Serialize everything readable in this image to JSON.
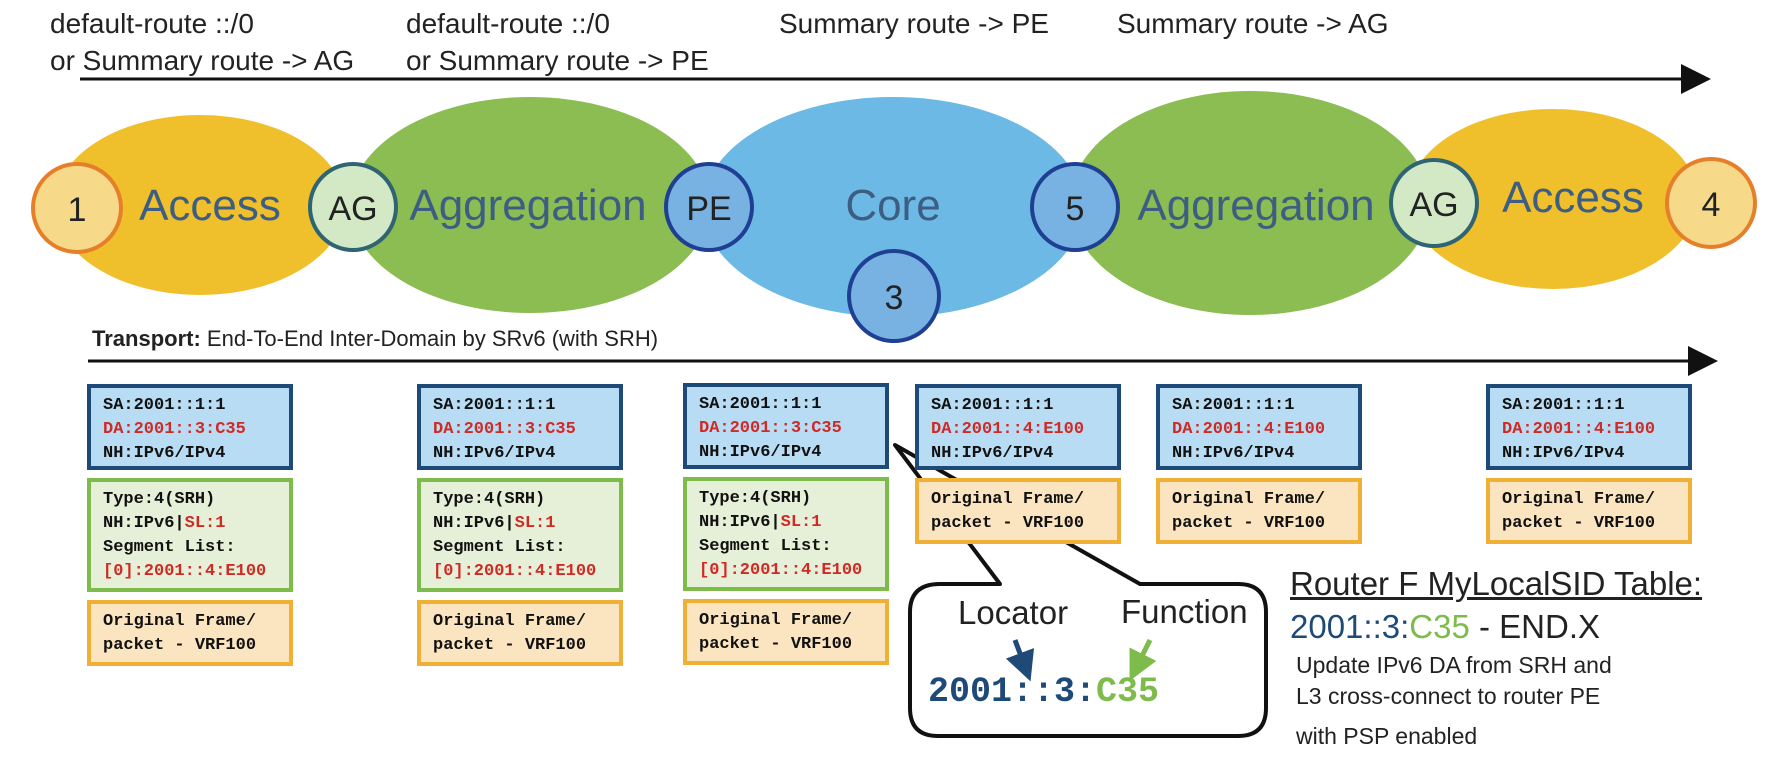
{
  "routes": [
    {
      "line1": "default-route ::/0",
      "line2": "or Summary route -> AG"
    },
    {
      "line1": "default-route ::/0",
      "line2": "or Summary route -> PE"
    },
    {
      "line1": "Summary route -> PE",
      "line2": ""
    },
    {
      "line1": "Summary route -> AG",
      "line2": ""
    }
  ],
  "domains": {
    "access_left": "Access",
    "aggregation_left": "Aggregation",
    "core": "Core",
    "aggregation_right": "Aggregation",
    "access_right": "Access"
  },
  "nodes": {
    "n1": "1",
    "ag_left": "AG",
    "pe": "PE",
    "n3": "3",
    "n5": "5",
    "ag_right": "AG",
    "n4": "4"
  },
  "transport": {
    "bold": "Transport:",
    "text": " End-To-End Inter-Domain by SRv6 (with SRH)"
  },
  "packets": [
    {
      "sa": "SA:2001::1:1",
      "da": "DA:2001::3:C35",
      "nh": "NH:IPv6/IPv4",
      "srh": {
        "type": "Type:4(SRH)",
        "nh": "NH:IPv6|",
        "sl": "SL:1",
        "seg": "Segment List:",
        "entry": "[0]:2001::4:E100"
      },
      "payload1": "Original Frame/",
      "payload2": "packet - VRF100"
    },
    {
      "sa": "SA:2001::1:1",
      "da": "DA:2001::3:C35",
      "nh": "NH:IPv6/IPv4",
      "srh": {
        "type": "Type:4(SRH)",
        "nh": "NH:IPv6|",
        "sl": "SL:1",
        "seg": "Segment List:",
        "entry": "[0]:2001::4:E100"
      },
      "payload1": "Original Frame/",
      "payload2": "packet - VRF100"
    },
    {
      "sa": "SA:2001::1:1",
      "da": "DA:2001::3:C35",
      "nh": "NH:IPv6/IPv4",
      "srh": {
        "type": "Type:4(SRH)",
        "nh": "NH:IPv6|",
        "sl": "SL:1",
        "seg": "Segment List:",
        "entry": "[0]:2001::4:E100"
      },
      "payload1": "Original Frame/",
      "payload2": "packet - VRF100"
    },
    {
      "sa": "SA:2001::1:1",
      "da": "DA:2001::4:E100",
      "nh": "NH:IPv6/IPv4",
      "payload1": "Original Frame/",
      "payload2": "packet - VRF100"
    },
    {
      "sa": "SA:2001::1:1",
      "da": "DA:2001::4:E100",
      "nh": "NH:IPv6/IPv4",
      "payload1": "Original Frame/",
      "payload2": "packet - VRF100"
    },
    {
      "sa": "SA:2001::1:1",
      "da": "DA:2001::4:E100",
      "nh": "NH:IPv6/IPv4",
      "payload1": "Original Frame/",
      "payload2": "packet - VRF100"
    }
  ],
  "callout": {
    "locator_label": "Locator",
    "function_label": "Function",
    "locator": "2001::3:",
    "function": "C35"
  },
  "sid_table": {
    "title": "Router F MyLocalSID Table:",
    "locator": "2001::3:",
    "function": "C35",
    "behavior": " - END.X",
    "desc1": "Update IPv6 DA from SRH and",
    "desc2": "L3 cross-connect to router PE",
    "desc3": "with PSP enabled"
  },
  "colors": {
    "access": "#f0bf2c",
    "aggregation": "#8bbd52",
    "core": "#6cb9e6",
    "ag_node": "#d3e8c5",
    "pe_node": "#78b2e2",
    "edge_node": "#f7d98a",
    "locator": "#1f4a78",
    "function": "#7dbb4a",
    "highlight": "#d02a25"
  }
}
